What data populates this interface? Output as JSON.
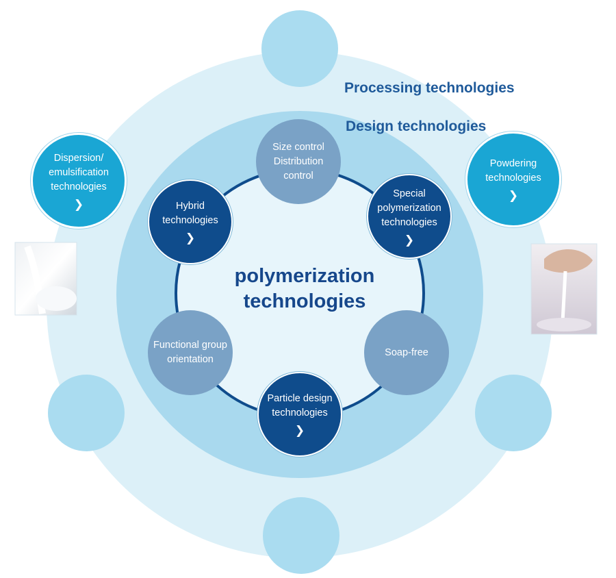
{
  "outer_ring_label": "Processing technologies",
  "inner_ring_label": "Design technologies",
  "center_title_line1": "polymerization",
  "center_title_line2": "technologies",
  "design_nodes": [
    {
      "label": "Size control\nDistribution control",
      "style": "mid",
      "link": false
    },
    {
      "label": "Special\npolymerization\ntechnologies",
      "style": "dark",
      "link": true
    },
    {
      "label": "Soap-free",
      "style": "mid",
      "link": false
    },
    {
      "label": "Particle design\ntechnologies",
      "style": "dark",
      "link": true
    },
    {
      "label": "Functional group\norientation",
      "style": "mid",
      "link": false
    },
    {
      "label": "Hybrid\ntechnologies",
      "style": "dark",
      "link": true
    }
  ],
  "processing_nodes": [
    {
      "label": "Dispersion/\nemulsification\ntechnologies",
      "link": true
    },
    {
      "label": "Powdering\ntechnologies",
      "link": true
    }
  ],
  "link_icon": "chevron-right-icon",
  "colors": {
    "outer_ring": "#dcf0f8",
    "inner_ring": "#a9d9ee",
    "empty_node": "#aadcf0",
    "dark_node": "#0f4c8c",
    "mid_node": "#7aa2c6",
    "cyan_node": "#1aa6d4",
    "ring_line": "#0f4c8c",
    "label_text": "#1f5a9a"
  }
}
